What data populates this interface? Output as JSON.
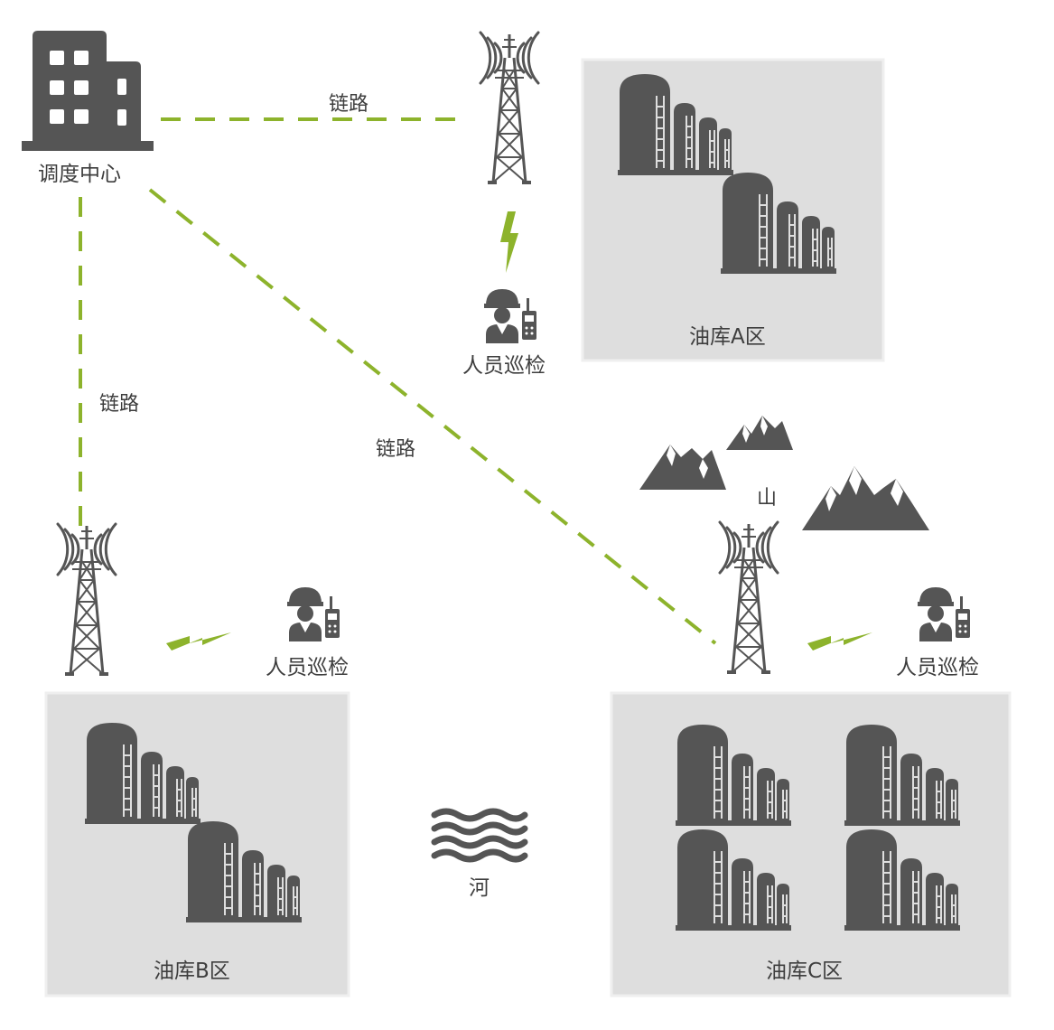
{
  "colors": {
    "icon": "#555555",
    "link": "#8db32c",
    "zone_fill": "#dedede",
    "zone_border": "#efefef",
    "text": "#3e3e3e"
  },
  "dispatch_center": {
    "label": "调度中心",
    "icon": "building-icon"
  },
  "links": [
    {
      "label": "链路"
    },
    {
      "label": "链路"
    },
    {
      "label": "链路"
    }
  ],
  "patrols": [
    {
      "label": "人员巡检",
      "icon": "worker-with-radio-icon"
    },
    {
      "label": "人员巡检",
      "icon": "worker-with-radio-icon"
    },
    {
      "label": "人员巡检",
      "icon": "worker-with-radio-icon"
    }
  ],
  "depots": [
    {
      "label": "油库A区",
      "tank_groups": 2
    },
    {
      "label": "油库B区",
      "tank_groups": 2
    },
    {
      "label": "油库C区",
      "tank_groups": 4
    }
  ],
  "mountain": {
    "label": "山",
    "icon": "mountain-icon"
  },
  "river": {
    "label": "河",
    "icon": "wave-icon"
  },
  "tower_icon": "radio-tower-icon",
  "signal_icon": "lightning-icon"
}
